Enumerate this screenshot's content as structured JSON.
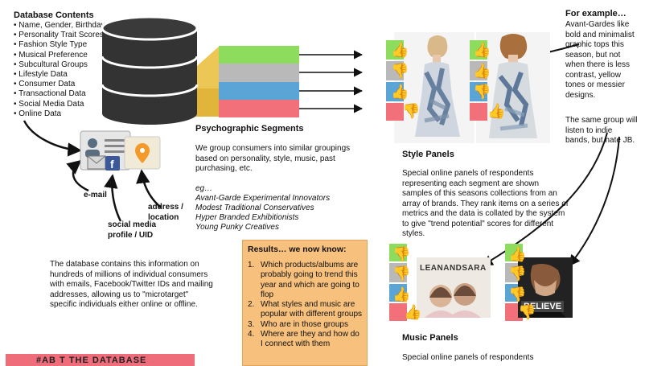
{
  "database_contents": {
    "title": "Database Contents",
    "items": [
      "Name, Gender, Birthday",
      "Personality Trait Scores",
      "Fashion Style Type",
      "Musical Preference",
      "Subcultural Groups",
      "Lifestyle Data",
      "Consumer Data",
      "Transactional Data",
      "Social Media Data",
      "Online Data"
    ]
  },
  "identity_labels": {
    "email": "e-mail",
    "social_line1": "social media",
    "social_line2": "profile / UID",
    "address_line1": "address /",
    "address_line2": "location"
  },
  "database_description": "The database contains this information on hundreds of millions of individual consumers with emails, Facebook/Twitter IDs and mailing addresses, allowing us to \"microtarget\" specific individuals either online or offline.",
  "psychographic": {
    "title": "Psychographic Segments",
    "description": "We group consumers into similar groupings based on personality, style, music, past purchasing, etc.",
    "eg": "eg…",
    "segments": [
      "Avant-Garde Experimental Innovators",
      "Modest Traditional Conservatives",
      "Hyper Branded Exhibitionists",
      "Young Punky Creatives"
    ],
    "colors": [
      "#8edc5e",
      "#b9b9b9",
      "#5ba4d6",
      "#f2707a"
    ]
  },
  "results": {
    "title": "Results… we now know:",
    "items": [
      {
        "n": "1.",
        "text": "Which products/albums are probably going to trend this year and which are going to flop"
      },
      {
        "n": "2.",
        "text": "What styles and music are popular with different groups"
      },
      {
        "n": "3.",
        "text": "Who are in those groups"
      },
      {
        "n": "4.",
        "text": "Where are they and how do I connect with them"
      }
    ]
  },
  "style_panels": {
    "title": "Style Panels",
    "description": "Special online panels of respondents representing each segment are shown samples of this seasons collections from an array of brands. They rank items on a series of metrics and the data is collated by the system to give \"trend potential\" scores for different styles."
  },
  "music_panels": {
    "title": "Music Panels",
    "description": "Special online panels of respondents",
    "album1": "LEANANDSARA",
    "album2": "BELIEVE"
  },
  "example": {
    "title": "For example…",
    "text1": "Avant-Gardes like bold and minimalist graphic tops this season, but not when there is less contrast, yellow tones or messier designs.",
    "text2": "The same group will listen to indie bands, but hate JB."
  },
  "bottom_banner": "#AB  T THE DATABASE",
  "colors": {
    "green": "#8edc5e",
    "grey": "#b9b9b9",
    "blue": "#5ba4d6",
    "red": "#f2707a",
    "results_bg": "#f7c07d",
    "database": "#333333",
    "funnel": "#e0b53a"
  }
}
